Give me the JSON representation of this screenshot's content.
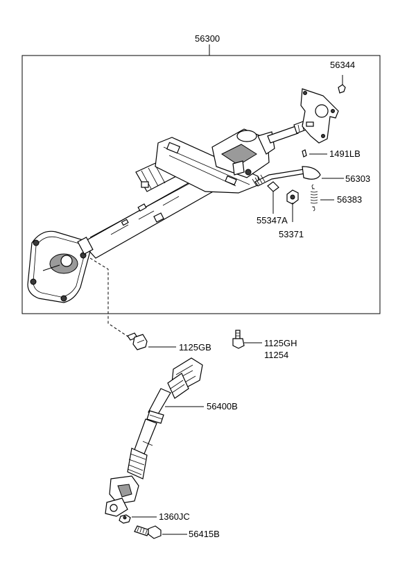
{
  "diagram": {
    "assembly_label": "56300",
    "parts": {
      "p56344": "56344",
      "p1491LB": "1491LB",
      "p56303": "56303",
      "p56383": "56383",
      "p55347A": "55347A",
      "p53371": "53371",
      "p1125GB": "1125GB",
      "p1125GH": "1125GH",
      "p11254": "11254",
      "p56400B": "56400B",
      "p1360JC": "1360JC",
      "p56415B": "56415B"
    }
  }
}
